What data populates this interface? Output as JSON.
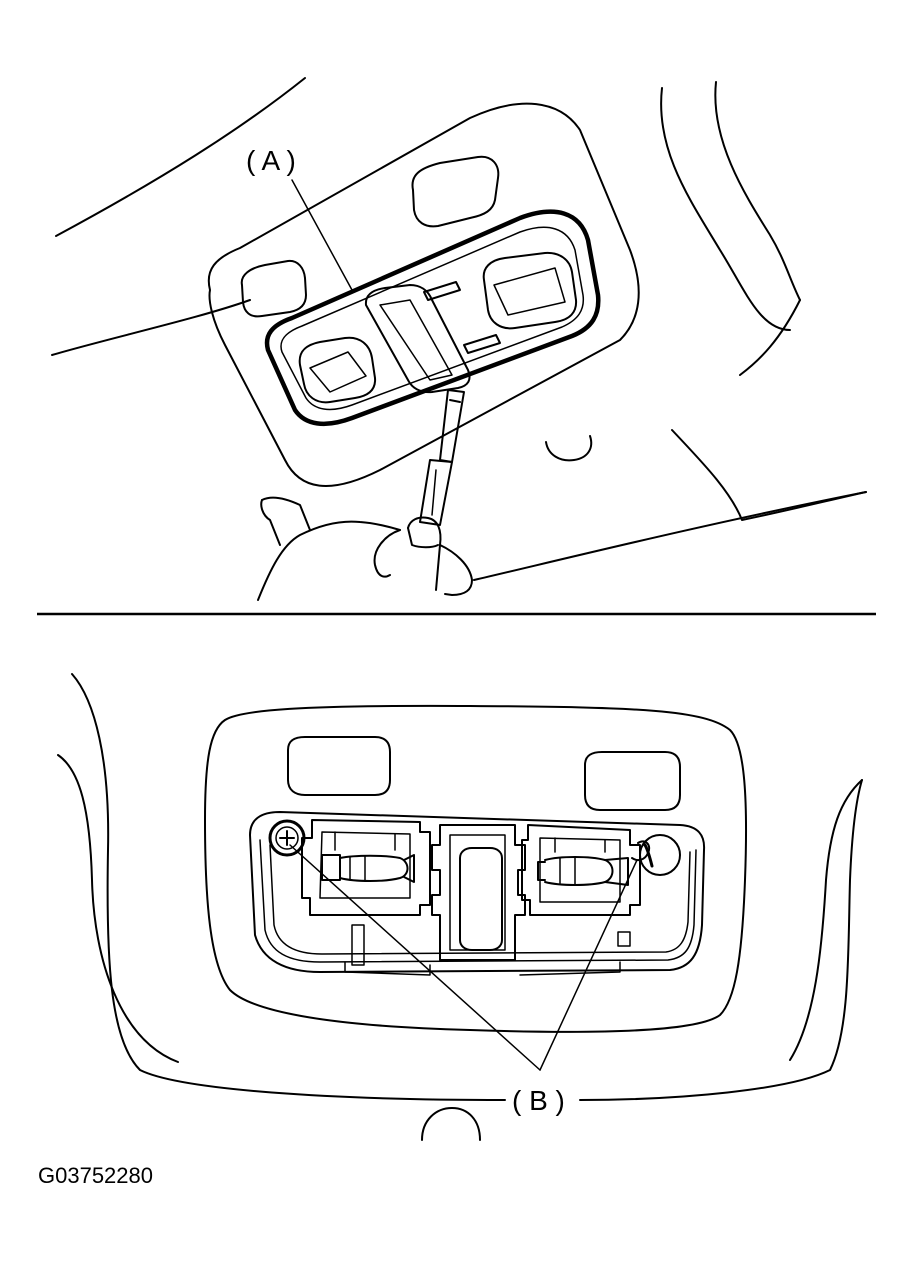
{
  "labels": {
    "a": "( A )",
    "b": "( B )"
  },
  "figure_code": "G03752280"
}
